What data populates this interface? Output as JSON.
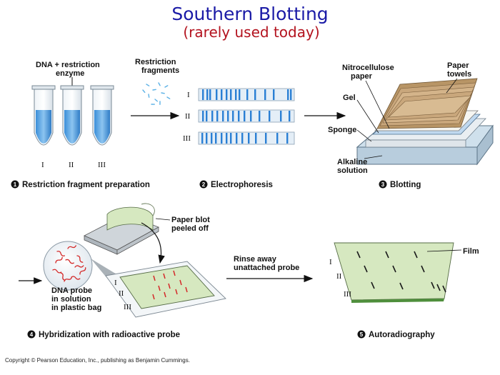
{
  "title": "Southern Blotting",
  "subtitle": "(rarely used today)",
  "copyright": "Copyright © Pearson Education, Inc., publishing as Benjamin Cummings.",
  "lanes": [
    "I",
    "II",
    "III"
  ],
  "steps": [
    {
      "num": "1",
      "caption": "Restriction fragment preparation"
    },
    {
      "num": "2",
      "caption": "Electrophoresis"
    },
    {
      "num": "3",
      "caption": "Blotting"
    },
    {
      "num": "4",
      "caption": "Hybridization with radioactive probe"
    },
    {
      "num": "5",
      "caption": "Autoradiography"
    }
  ],
  "labels": {
    "dna_enzyme_1": "DNA + restriction",
    "dna_enzyme_2": "enzyme",
    "restriction_1": "Restriction",
    "restriction_2": "fragments",
    "nitro_1": "Nitrocellulose",
    "nitro_2": "paper",
    "paper_towels_1": "Paper",
    "paper_towels_2": "towels",
    "gel": "Gel",
    "sponge": "Sponge",
    "alkaline_1": "Alkaline",
    "alkaline_2": "solution",
    "blot_peeled_1": "Paper blot",
    "blot_peeled_2": "peeled off",
    "probe_1": "DNA probe",
    "probe_2": "in solution",
    "probe_3": "in plastic bag",
    "rinse_1": "Rinse away",
    "rinse_2": "unattached probe",
    "film": "Film"
  },
  "colors": {
    "title": "#1a1aa6",
    "subtitle": "#b3121e",
    "band_blue": "#2a7fd4",
    "probe_red": "#d42a2a",
    "film_green": "#d6e8c0",
    "towel_tan": "#c9a77c"
  }
}
